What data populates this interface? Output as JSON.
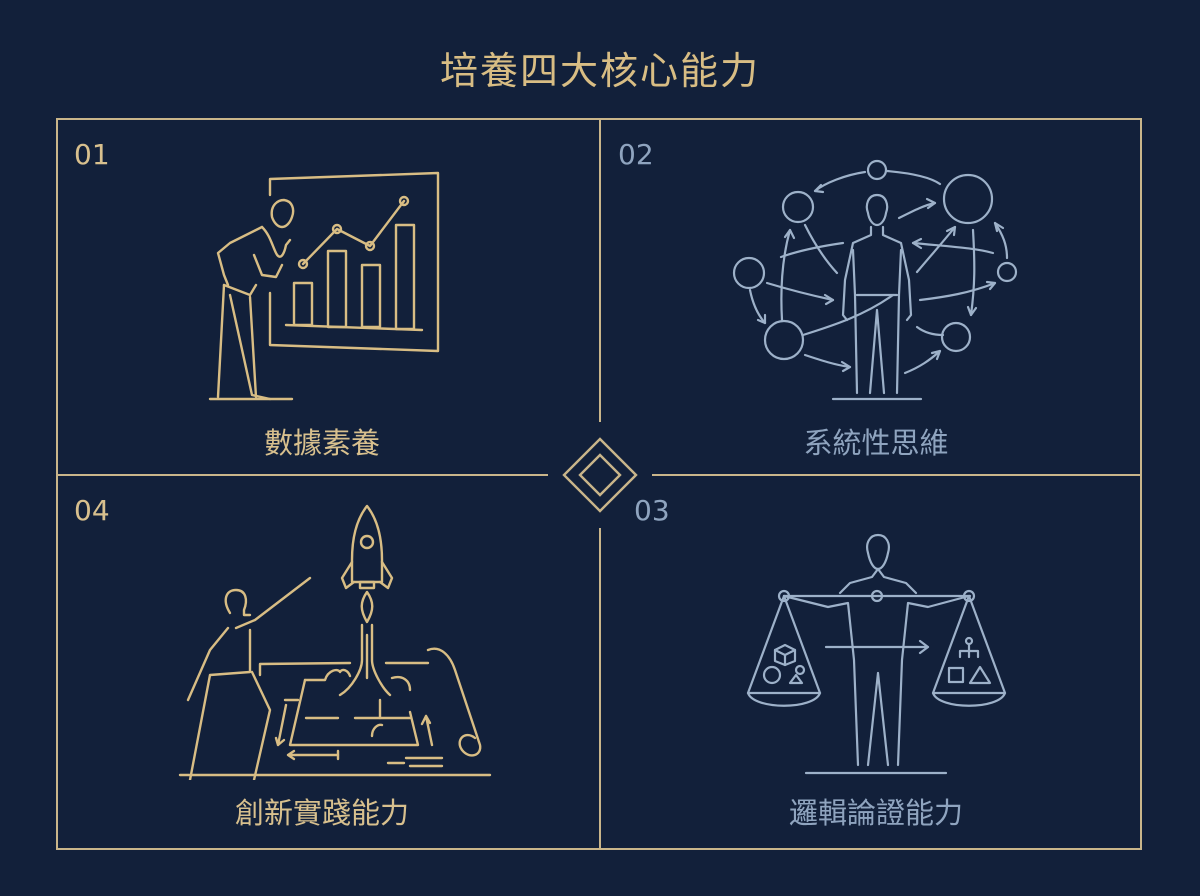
{
  "title": "培養四大核心能力",
  "colors": {
    "background": "#12203a",
    "gold": "#d8bd84",
    "frame": "#c9b58a",
    "steel_blue": "#9db1c9"
  },
  "center_icon": "nested-diamond-icon",
  "quadrants": [
    {
      "number": "01",
      "label": "數據素養",
      "icon": "analyst-with-bar-chart-icon",
      "color": "gold",
      "position": "top-left"
    },
    {
      "number": "02",
      "label": "系統性思維",
      "icon": "person-network-cycle-icon",
      "color": "steel_blue",
      "position": "top-right"
    },
    {
      "number": "03",
      "label": "邏輯論證能力",
      "icon": "person-balance-scale-icon",
      "color": "steel_blue",
      "position": "bottom-right"
    },
    {
      "number": "04",
      "label": "創新實踐能力",
      "icon": "person-rocket-blueprint-icon",
      "color": "gold",
      "position": "bottom-left"
    }
  ]
}
